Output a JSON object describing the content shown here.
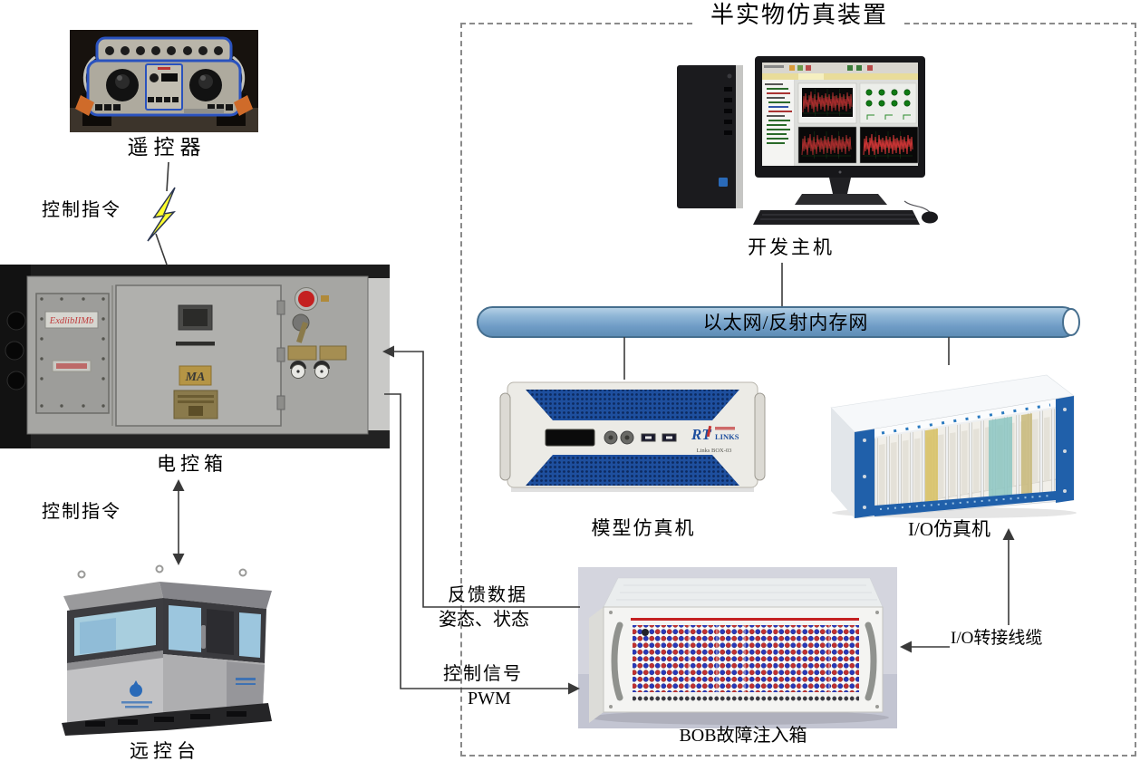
{
  "title": "半实物仿真装置",
  "devices": {
    "remote": {
      "label": "遥控器"
    },
    "control_box": {
      "label": "电控箱",
      "marking": "ExdlibIIMb",
      "cert": "MA"
    },
    "console": {
      "label": "远控台"
    },
    "host": {
      "label": "开发主机"
    },
    "network": {
      "label": "以太网/反射内存网"
    },
    "model_sim": {
      "label": "模型仿真机",
      "logo_rt": "RT",
      "logo_links": "LINKS",
      "model_no": "Links BOX-03"
    },
    "io_sim": {
      "label": "I/O仿真机"
    },
    "bob": {
      "label": "BOB故障注入箱"
    }
  },
  "connections": {
    "cmd_wireless": "控制指令",
    "cmd_wired": "控制指令",
    "feedback_line1": "反馈数据",
    "feedback_line2": "姿态、状态",
    "control_line1": "控制信号",
    "control_line2": "PWM",
    "io_cable": "I/O转接线缆"
  },
  "colors": {
    "pipe_blue": "#6f9cc6",
    "bolt_yellow": "#ffff2e",
    "mesh_blue": "#1e4f9e",
    "chassis_blue": "#2060aa",
    "jack_red": "#c03030",
    "jack_blue": "#2838b8",
    "dashed_border": "#8a8a8a",
    "line_dark": "#3a3a3a"
  }
}
